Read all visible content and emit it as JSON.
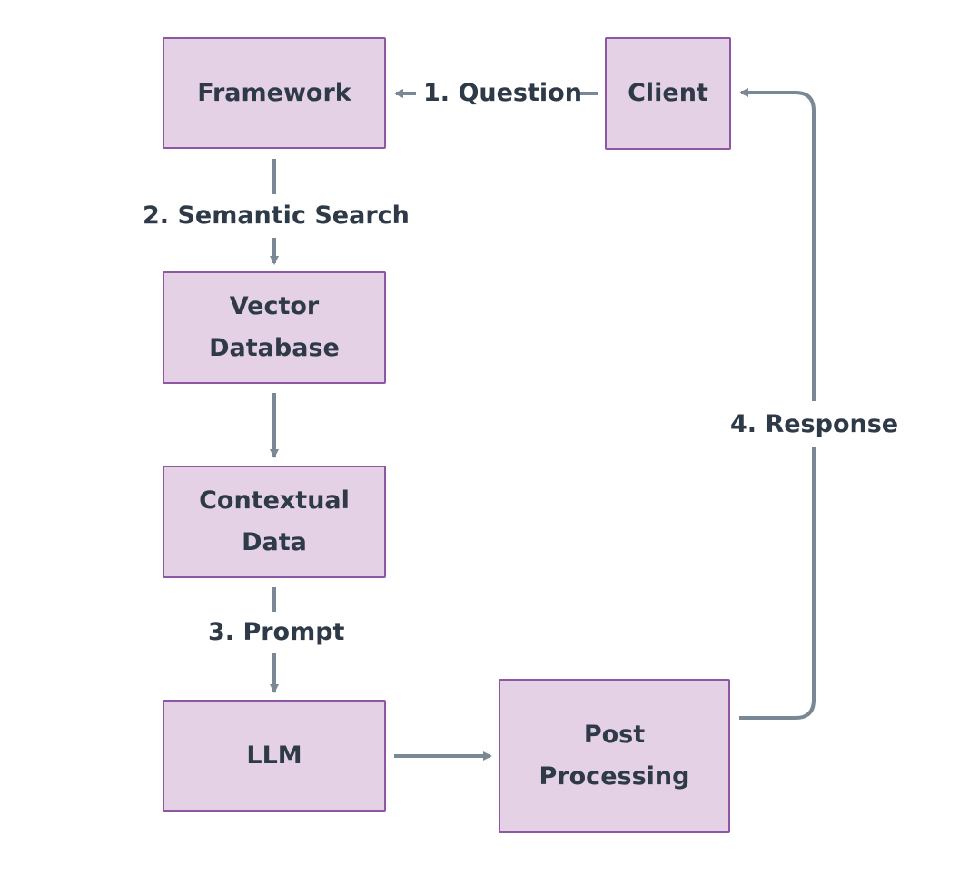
{
  "nodes": {
    "framework": {
      "lines": [
        "Framework"
      ]
    },
    "client": {
      "lines": [
        "Client"
      ]
    },
    "vector_database": {
      "lines": [
        "Vector",
        "Database"
      ]
    },
    "contextual_data": {
      "lines": [
        "Contextual",
        "Data"
      ]
    },
    "llm": {
      "lines": [
        "LLM"
      ]
    },
    "post_processing": {
      "lines": [
        "Post",
        "Processing"
      ]
    }
  },
  "edges": {
    "question": "1. Question",
    "semantic_search": "2. Semantic Search",
    "prompt": "3. Prompt",
    "response": "4. Response"
  },
  "colors": {
    "node_fill": "#e5d1e6",
    "node_border": "#8e57a3",
    "text": "#2f3a49",
    "arrow": "#7a8794"
  }
}
